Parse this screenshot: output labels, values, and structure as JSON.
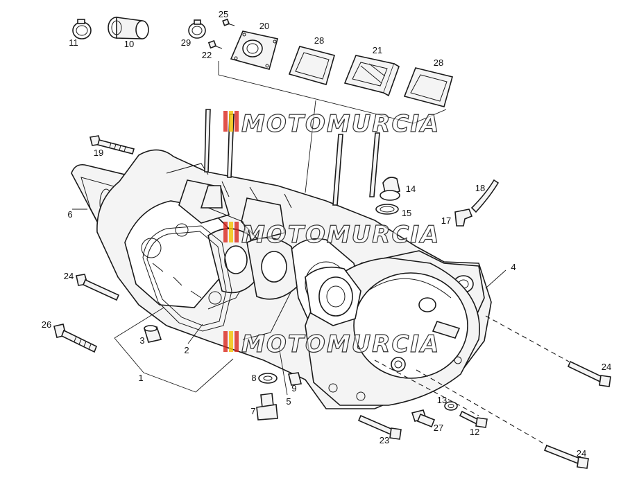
{
  "watermark": {
    "text": "MOTOMURCIA",
    "colors": {
      "red": "#d9261c",
      "yellow": "#f2c200"
    }
  },
  "callouts": [
    {
      "id": "c1",
      "label": "1"
    },
    {
      "id": "c2",
      "label": "2"
    },
    {
      "id": "c3",
      "label": "3"
    },
    {
      "id": "c4",
      "label": "4"
    },
    {
      "id": "c5",
      "label": "5"
    },
    {
      "id": "c6",
      "label": "6"
    },
    {
      "id": "c7",
      "label": "7"
    },
    {
      "id": "c8",
      "label": "8"
    },
    {
      "id": "c9",
      "label": "9"
    },
    {
      "id": "c10",
      "label": "10"
    },
    {
      "id": "c11",
      "label": "11"
    },
    {
      "id": "c12",
      "label": "12"
    },
    {
      "id": "c13",
      "label": "13"
    },
    {
      "id": "c14",
      "label": "14"
    },
    {
      "id": "c15",
      "label": "15"
    },
    {
      "id": "c17",
      "label": "17"
    },
    {
      "id": "c18",
      "label": "18"
    },
    {
      "id": "c19",
      "label": "19"
    },
    {
      "id": "c20",
      "label": "20"
    },
    {
      "id": "c21",
      "label": "21"
    },
    {
      "id": "c22",
      "label": "22"
    },
    {
      "id": "c23",
      "label": "23"
    },
    {
      "id": "c24a",
      "label": "24"
    },
    {
      "id": "c24b",
      "label": "24"
    },
    {
      "id": "c24c",
      "label": "24"
    },
    {
      "id": "c25",
      "label": "25"
    },
    {
      "id": "c26",
      "label": "26"
    },
    {
      "id": "c27",
      "label": "27"
    },
    {
      "id": "c28a",
      "label": "28"
    },
    {
      "id": "c28b",
      "label": "28"
    },
    {
      "id": "c29",
      "label": "29"
    }
  ]
}
